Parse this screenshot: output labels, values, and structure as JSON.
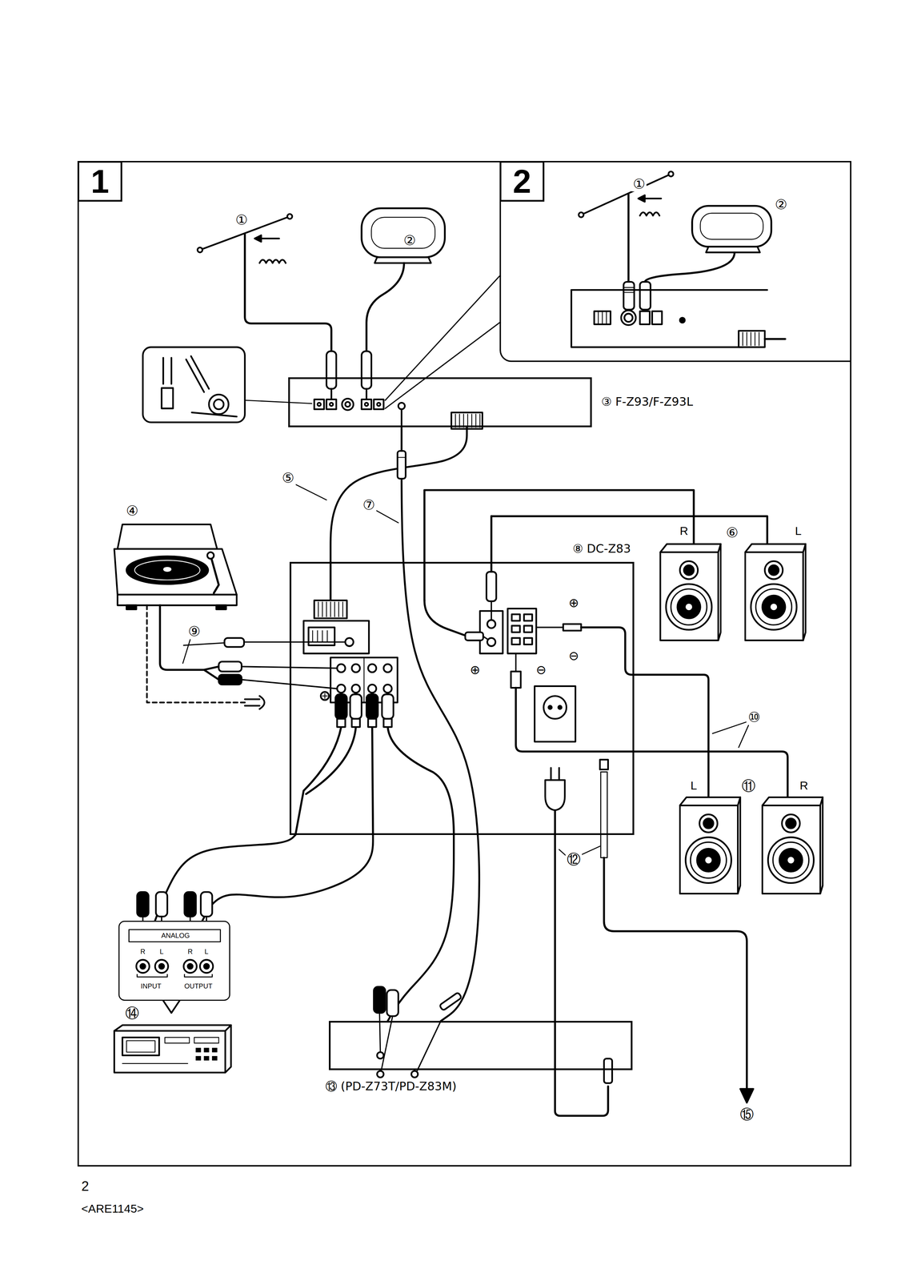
{
  "diagram": {
    "nodes": [
      {
        "text": [
          "1"
        ]
      },
      {
        "text": [
          "2"
        ],
        "in": 0
      },
      {
        "text": [
          "③ F-Z93/F-Z93L"
        ],
        "in": 0
      },
      {
        "text": [
          "⑧ DC-Z83"
        ],
        "in": 0
      },
      {
        "text": [
          "ANALOG",
          "R",
          "L",
          "R",
          "L",
          "INPUT",
          "OUTPUT"
        ],
        "in": 0
      },
      {
        "text": [
          "⑬ (PD-Z73T/PD-Z83M)"
        ],
        "in": 0
      }
    ],
    "edges": [
      {
        "from": 2,
        "to": 3,
        "label": "⑤",
        "arrow": "none"
      },
      {
        "from": 2,
        "to": 5,
        "label": "⑦",
        "arrow": "none"
      },
      {
        "from": 3,
        "to": 4,
        "arrow": "none"
      },
      {
        "from": 4,
        "to": 3,
        "arrow": "none"
      },
      {
        "from": 3,
        "to": 5,
        "arrow": "none"
      }
    ],
    "labels": [
      "①",
      "②",
      "①",
      "②",
      "④",
      "R",
      "⑥",
      "L",
      "⑨",
      "⊕",
      "⊖",
      "⊕",
      "⊖",
      "⑩",
      "L",
      "⑪",
      "R",
      "⑫",
      "⑭",
      "⑮",
      "2",
      "<ARE1145>"
    ]
  }
}
